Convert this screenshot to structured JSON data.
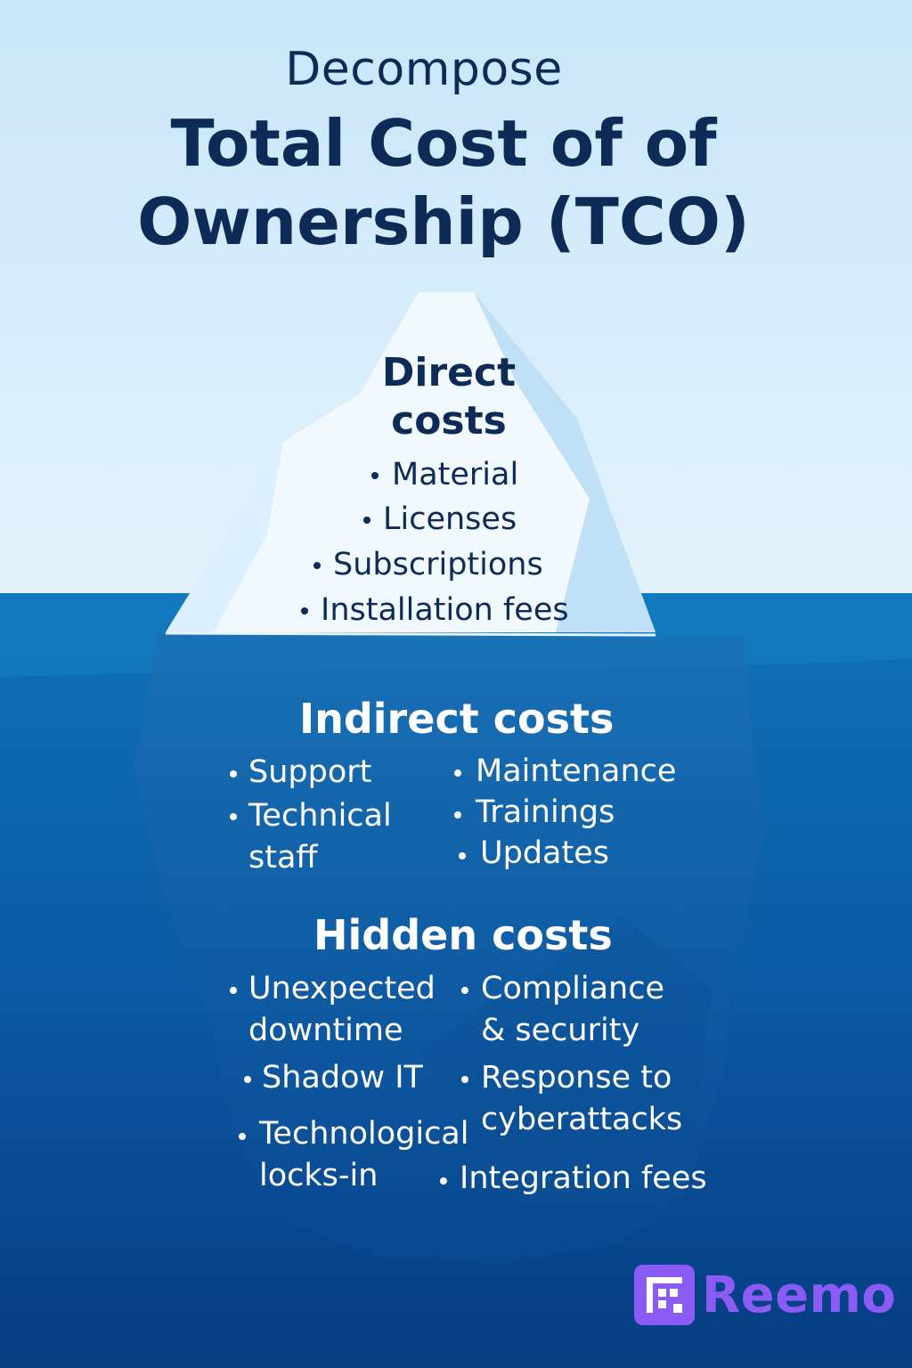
{
  "title": {
    "kicker": "Decompose",
    "line1": "Total Cost of of",
    "line2": "Ownership (TCO)"
  },
  "direct": {
    "heading": "Direct costs",
    "items": [
      "Material",
      "Licenses",
      "Subscriptions",
      "Installation fees"
    ]
  },
  "indirect": {
    "heading": "Indirect costs",
    "items": [
      "Support",
      "Technical staff",
      "Maintenance",
      "Trainings",
      "Updates"
    ]
  },
  "hidden": {
    "heading": "Hidden costs",
    "items": [
      "Unexpected downtime",
      "Shadow IT",
      "Technological locks-in",
      "Compliance & security",
      "Response to cyberattacks",
      "Integration fees"
    ]
  },
  "brand": {
    "name": "Reemo",
    "icon": "reemo-logo-icon",
    "color": "#8a5cf5"
  },
  "colors": {
    "sky_top": "#c9e6fa",
    "sky_bottom": "#e2f2fc",
    "sea_surface": "#0f72b8",
    "sea_deep": "#083b80",
    "title": "#0e2a57"
  }
}
